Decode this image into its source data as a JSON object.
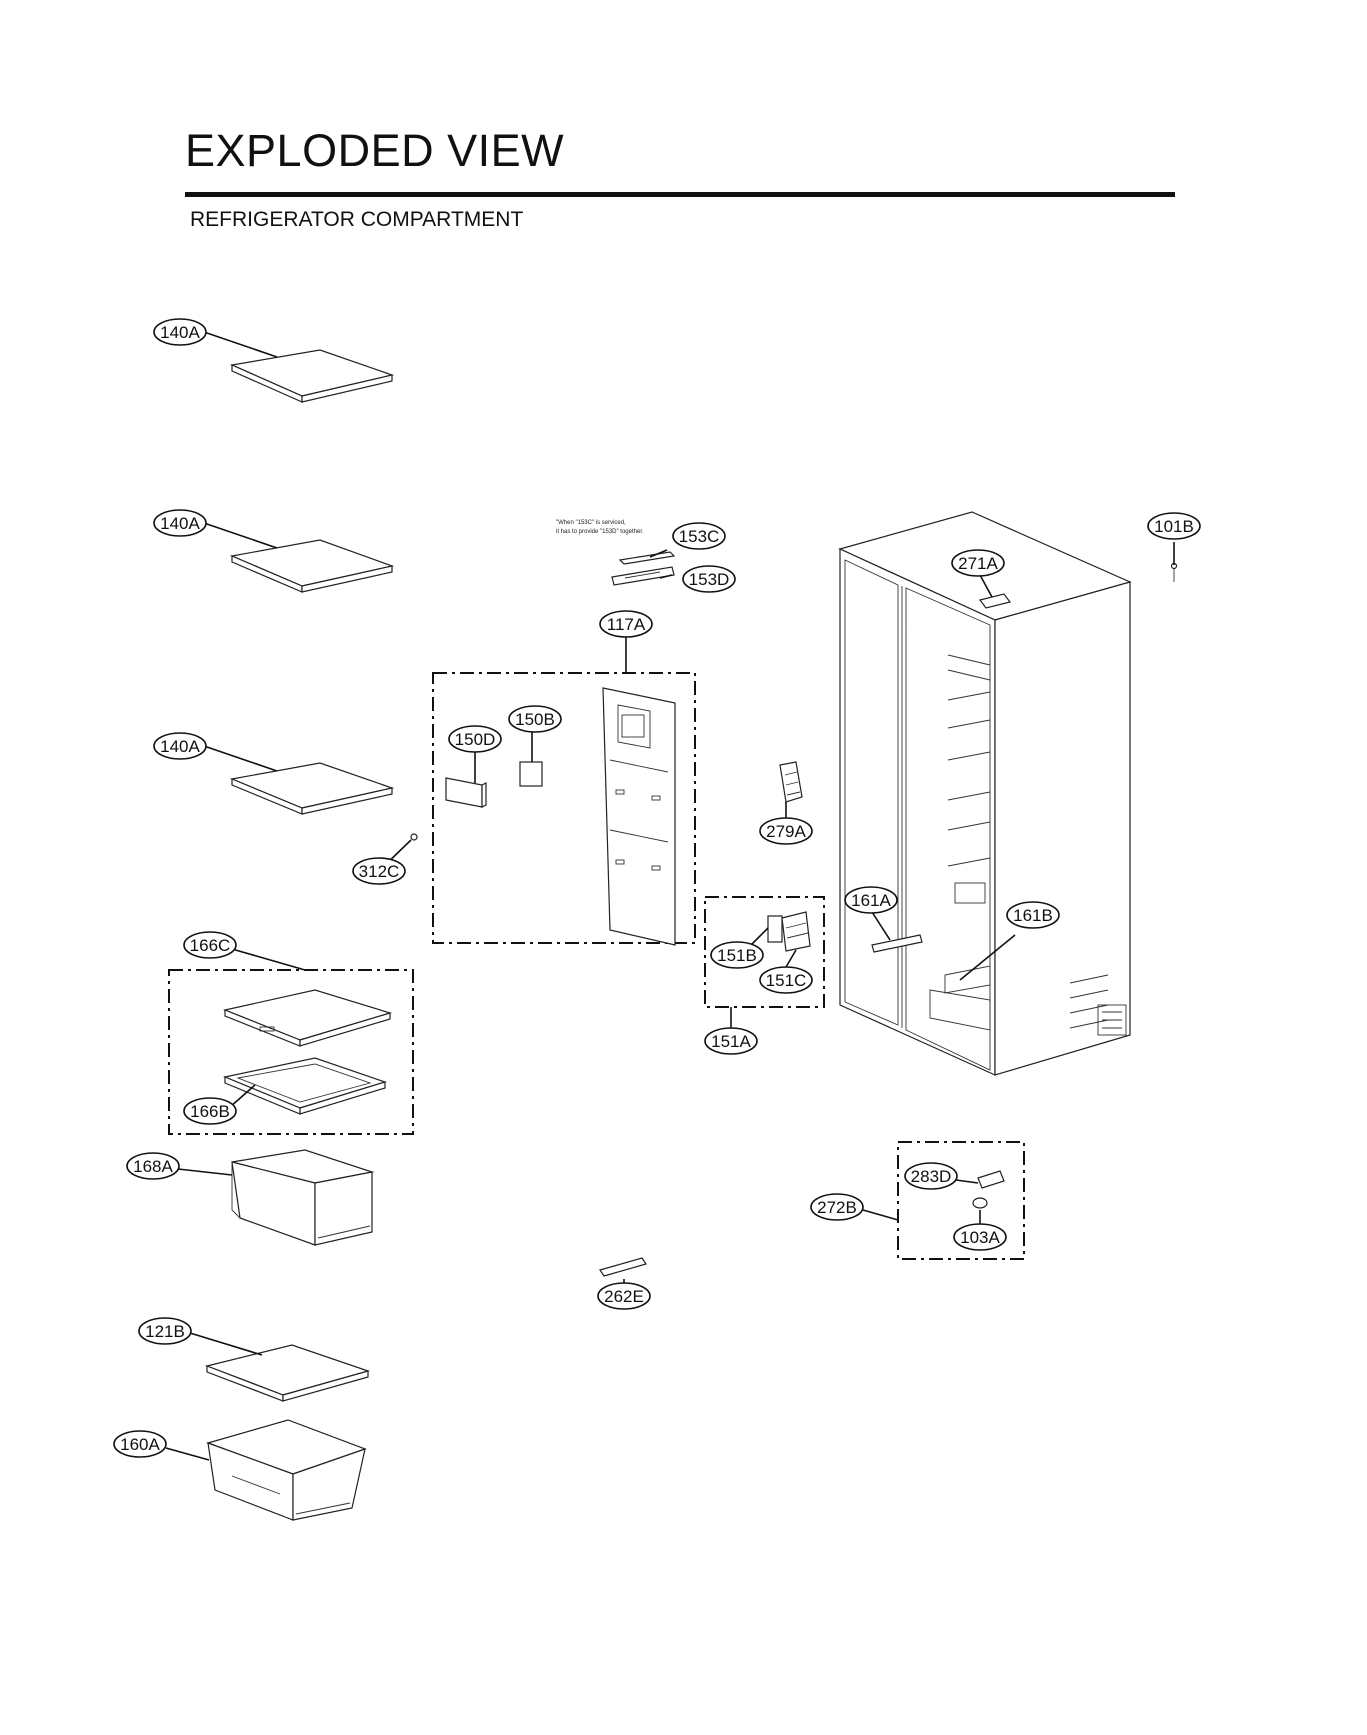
{
  "page": {
    "title": "EXPLODED VIEW",
    "subtitle": "REFRIGERATOR COMPARTMENT"
  },
  "note": {
    "line1": "\"When \"153C\" is serviced,",
    "line2": "it has to provide \"153D\" together."
  },
  "callouts": {
    "c140a_1": "140A",
    "c140a_2": "140A",
    "c140a_3": "140A",
    "c312c": "312C",
    "c166c": "166C",
    "c166b": "166B",
    "c168a": "168A",
    "c121b": "121B",
    "c160a": "160A",
    "c153c": "153C",
    "c153d": "153D",
    "c117a": "117A",
    "c150d": "150D",
    "c150b": "150B",
    "c279a": "279A",
    "c151b": "151B",
    "c151c": "151C",
    "c151a": "151A",
    "c262e": "262E",
    "c271a": "271A",
    "c101b": "101B",
    "c161a": "161A",
    "c161b": "161B",
    "c283d": "283D",
    "c272b": "272B",
    "c103a": "103A"
  }
}
